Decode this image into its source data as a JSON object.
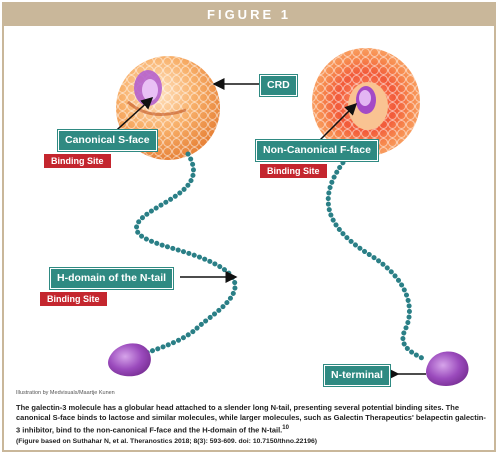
{
  "header": {
    "title": "FIGURE 1"
  },
  "labels": {
    "crd": "CRD",
    "canonical": "Canonical S-face",
    "non_canonical": "Non-Canonical F-face",
    "h_domain": "H-domain of the N-tail",
    "n_terminal": "N-terminal",
    "binding_site": "Binding Site"
  },
  "credit": "Illustration by Medvisuals/Maartje Kunen",
  "caption": {
    "text": "The galectin-3 molecule has a globular head attached to a slender long N-tail, presenting several potential binding sites. The canonical S-face binds to lactose and similar molecules, while larger molecules, such as Galectin Therapeutics' belapectin galectin-3 inhibitor, bind to the non-canonical F-face and the H-domain of the N-tail.",
    "superscript": "10",
    "reference": "(Figure based on Suthahar N, et al. Theranostics 2018; 8(3): 593-609. doi: 10.7150/thno.22196)"
  },
  "colors": {
    "accent": "#c9b79a",
    "label_bg": "#2f8a82",
    "binding_site_bg": "#c4262e",
    "sphere_orange": "#f6a35a",
    "bead_teal": "#2a7f86",
    "terminal_purple": "#8a3fa6"
  }
}
